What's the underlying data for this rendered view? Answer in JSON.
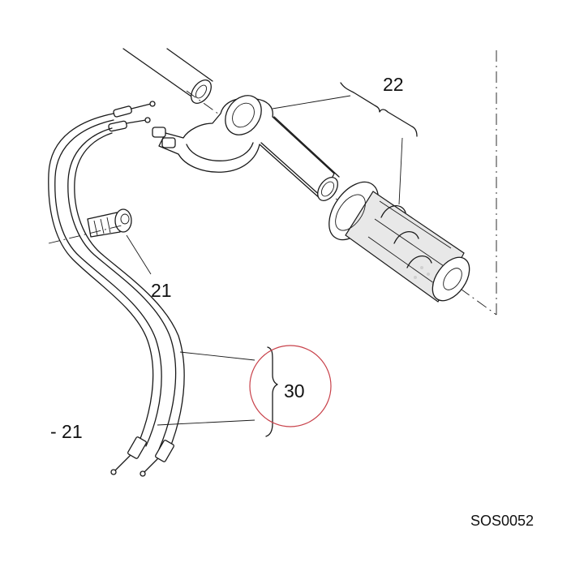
{
  "callouts": {
    "grip_assembly": "22",
    "screw": "21",
    "screw_side": "- 21",
    "cables": "30"
  },
  "figure_code": "SOS0052",
  "colors": {
    "ink": "#1a1a1a",
    "highlight_circle": "#c8414a",
    "background": "#ffffff"
  }
}
